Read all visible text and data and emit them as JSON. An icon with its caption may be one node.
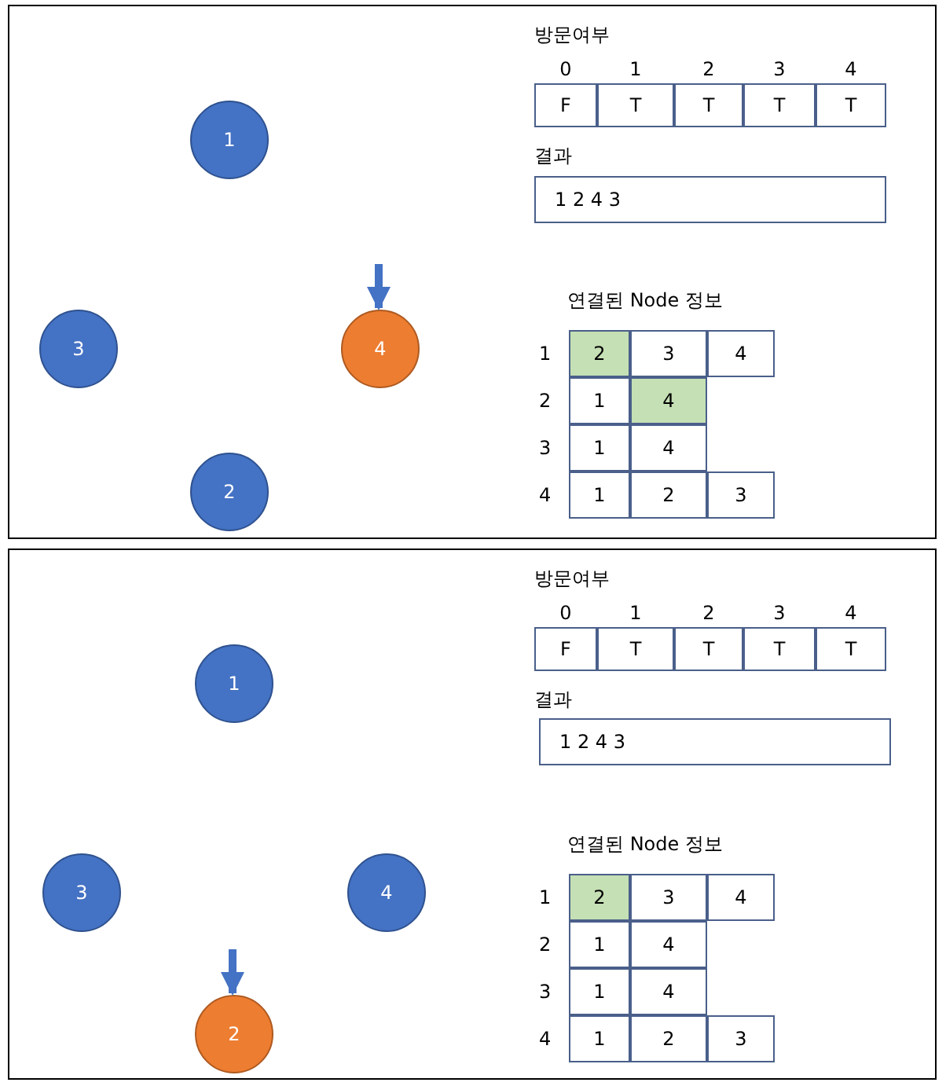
{
  "diagram": {
    "nodes": [
      {
        "text": [],
        "shape": "box"
      },
      {
        "text": [
          "1"
        ],
        "in": 0
      },
      {
        "text": [
          "1 2 4 3"
        ],
        "in": 0
      },
      {
        "text": [
          "3"
        ],
        "in": 0
      },
      {
        "text": [
          "4"
        ],
        "in": 0
      },
      {
        "text": [
          "2"
        ],
        "in": 0
      },
      {
        "text": [],
        "shape": "box"
      },
      {
        "text": [
          "1"
        ],
        "in": 6
      },
      {
        "text": [
          "1 2 4 3"
        ],
        "in": 6
      },
      {
        "text": [
          "3"
        ],
        "in": 6
      },
      {
        "text": [
          "4"
        ],
        "in": 6
      },
      {
        "text": [
          "2"
        ],
        "in": 6
      }
    ],
    "edges": [
      {
        "from": null,
        "to": 4,
        "arrow": "to"
      },
      {
        "from": null,
        "to": 11,
        "arrow": "to"
      }
    ],
    "labels": [
      "방문여부",
      "0",
      "1",
      "2",
      "3",
      "4",
      "F",
      "T",
      "T",
      "T",
      "T",
      "결과",
      "연결된 Node 정보",
      "1",
      "2",
      "3",
      "4",
      "2",
      "1",
      "4",
      "3",
      "1",
      "4",
      "4",
      "1",
      "2",
      "3",
      "방문여부",
      "0",
      "1",
      "2",
      "3",
      "4",
      "F",
      "T",
      "T",
      "T",
      "T",
      "결과",
      "연결된 Node 정보",
      "1",
      "2",
      "3",
      "4",
      "2",
      "1",
      "4",
      "3",
      "1",
      "4",
      "4",
      "1",
      "2",
      "3"
    ]
  }
}
